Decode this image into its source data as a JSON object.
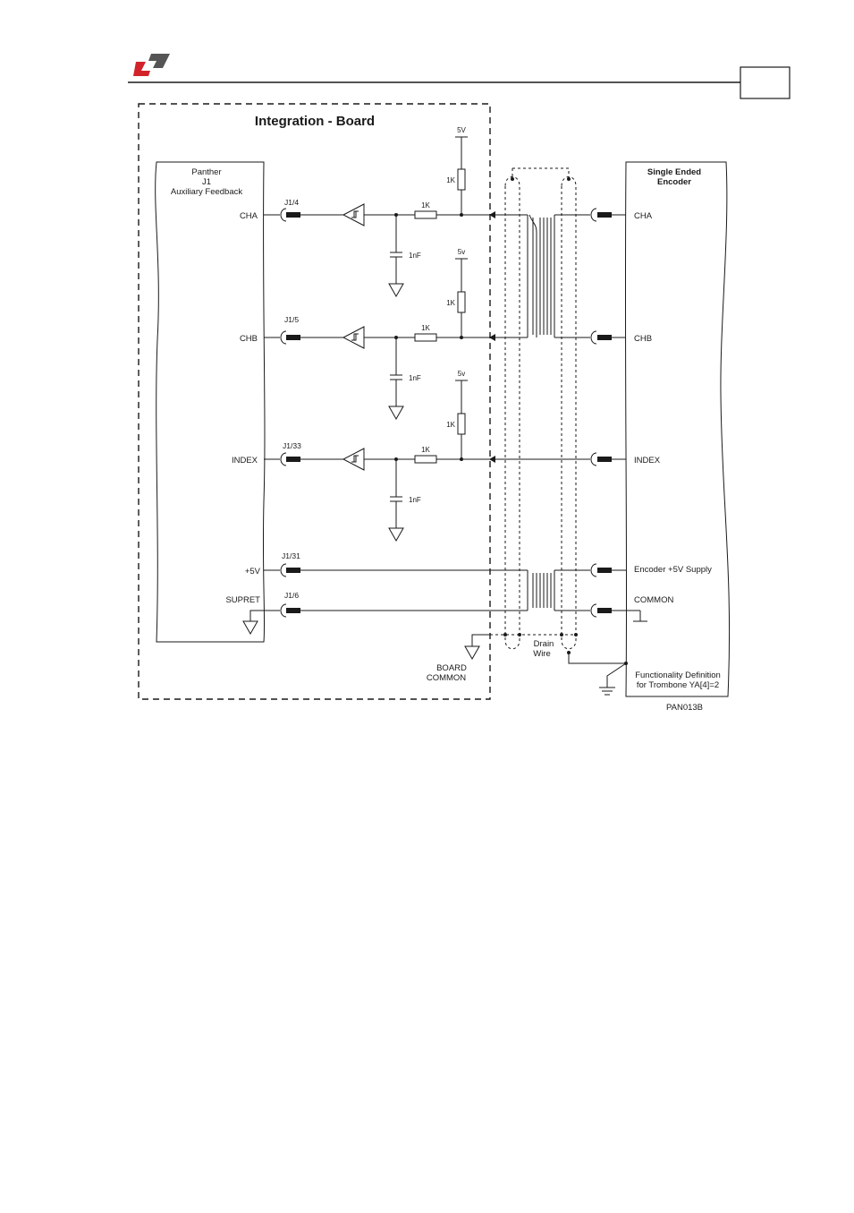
{
  "header": {
    "logo_icon": "elmo-logo-icon",
    "page_number": ""
  },
  "board": {
    "title": "Integration - Board",
    "board_common": [
      "BOARD",
      "COMMON"
    ]
  },
  "panther": {
    "label": [
      "Panther",
      "J1",
      "Auxiliary Feedback"
    ],
    "ground_icon": "ground-icon"
  },
  "encoder": {
    "label": [
      "Single Ended",
      "Encoder"
    ],
    "footer": [
      "Functionality Definition",
      "for Trombone YA[4]=2"
    ]
  },
  "channels": [
    {
      "name": "CHA",
      "pin": "J1/4",
      "resistor": "1K",
      "pullup": "1K",
      "supply": "5V",
      "cap": "1nF",
      "encoder_label": "CHA"
    },
    {
      "name": "CHB",
      "pin": "J1/5",
      "resistor": "1K",
      "pullup": "1K",
      "supply": "5v",
      "cap": "1nF",
      "encoder_label": "CHB"
    },
    {
      "name": "INDEX",
      "pin": "J1/33",
      "resistor": "1K",
      "pullup": "1K",
      "supply": "5v",
      "cap": "1nF",
      "encoder_label": "INDEX"
    }
  ],
  "power": [
    {
      "name": "+5V",
      "pin": "J1/31",
      "encoder_label": "Encoder +5V Supply"
    },
    {
      "name": "SUPRET",
      "pin": "J1/6",
      "encoder_label": "COMMON"
    }
  ],
  "cable": {
    "drain": [
      "Drain",
      "Wire"
    ]
  },
  "figure_code": "PAN013B"
}
